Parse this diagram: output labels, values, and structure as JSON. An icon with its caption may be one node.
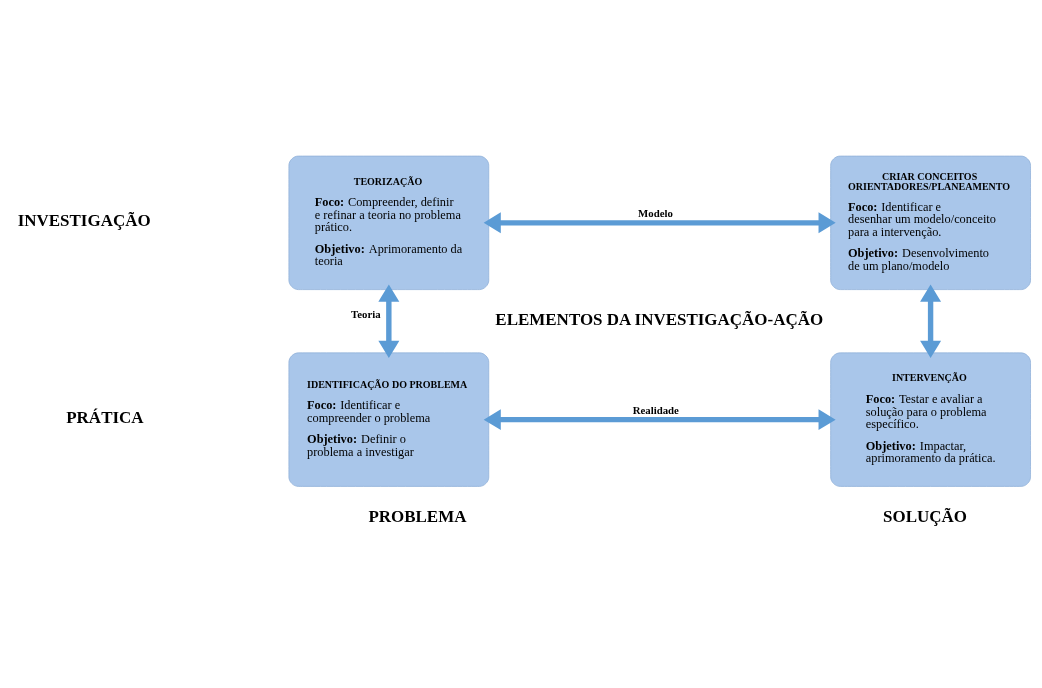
{
  "diagram": {
    "nodes": [
      {
        "text": [
          "TEORIZAÇÃO",
          "**Foco:** Compreender, definir e refinar a teoria no problema prático.",
          "**Objetivo:** Aprimoramento da teoria"
        ]
      },
      {
        "text": [
          "CRIAR CONCEITOS ORIENTADORES/PLANEAMENTO",
          "**Foco:** Identificar e desenhar um modelo/conceito para a intervenção.",
          "**Objetivo:** Desenvolvimento de um plano/modelo"
        ]
      },
      {
        "text": [
          "IDENTIFICAÇÃO DO PROBLEMA",
          "**Foco:** Identificar e compreender o problema",
          "**Objetivo:** Definir o problema a investigar"
        ]
      },
      {
        "text": [
          "INTERVENÇÃO",
          "**Foco:** Testar e avaliar a solução para o problema específico.",
          "**Objetivo:** Impactar, aprimoramento da prática."
        ]
      }
    ],
    "edges": [
      {
        "from": 0,
        "to": 1,
        "arrow": "both",
        "label": "Modelo"
      },
      {
        "from": 0,
        "to": 2,
        "arrow": "both",
        "label": "Teoria"
      },
      {
        "from": 1,
        "to": 3,
        "arrow": "both"
      },
      {
        "from": 2,
        "to": 3,
        "arrow": "both",
        "label": "Realidade"
      }
    ],
    "labels": [
      "INVESTIGAÇÃO",
      "ELEMENTOS DA INVESTIGAÇÃO-AÇÃO",
      "PRÁTICA",
      "PROBLEMA",
      "SOLUÇÃO"
    ]
  }
}
